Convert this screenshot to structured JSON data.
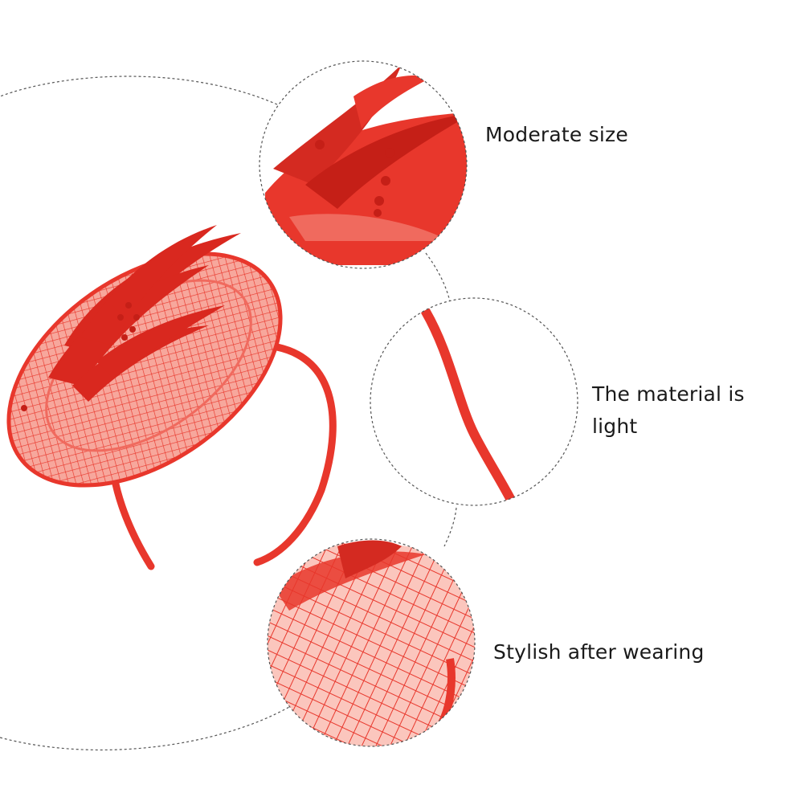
{
  "features": [
    {
      "label": "Moderate size"
    },
    {
      "label": "The material is light"
    },
    {
      "label": "Stylish after wearing"
    }
  ],
  "colors": {
    "product": "#e8372c",
    "product_dark": "#c51f17",
    "product_light": "#f7857a",
    "text": "#1a1a1a",
    "dotted_line": "#555555"
  },
  "icons": [
    "fascinator-product-image",
    "feather-closeup",
    "headband-closeup",
    "mesh-closeup"
  ]
}
